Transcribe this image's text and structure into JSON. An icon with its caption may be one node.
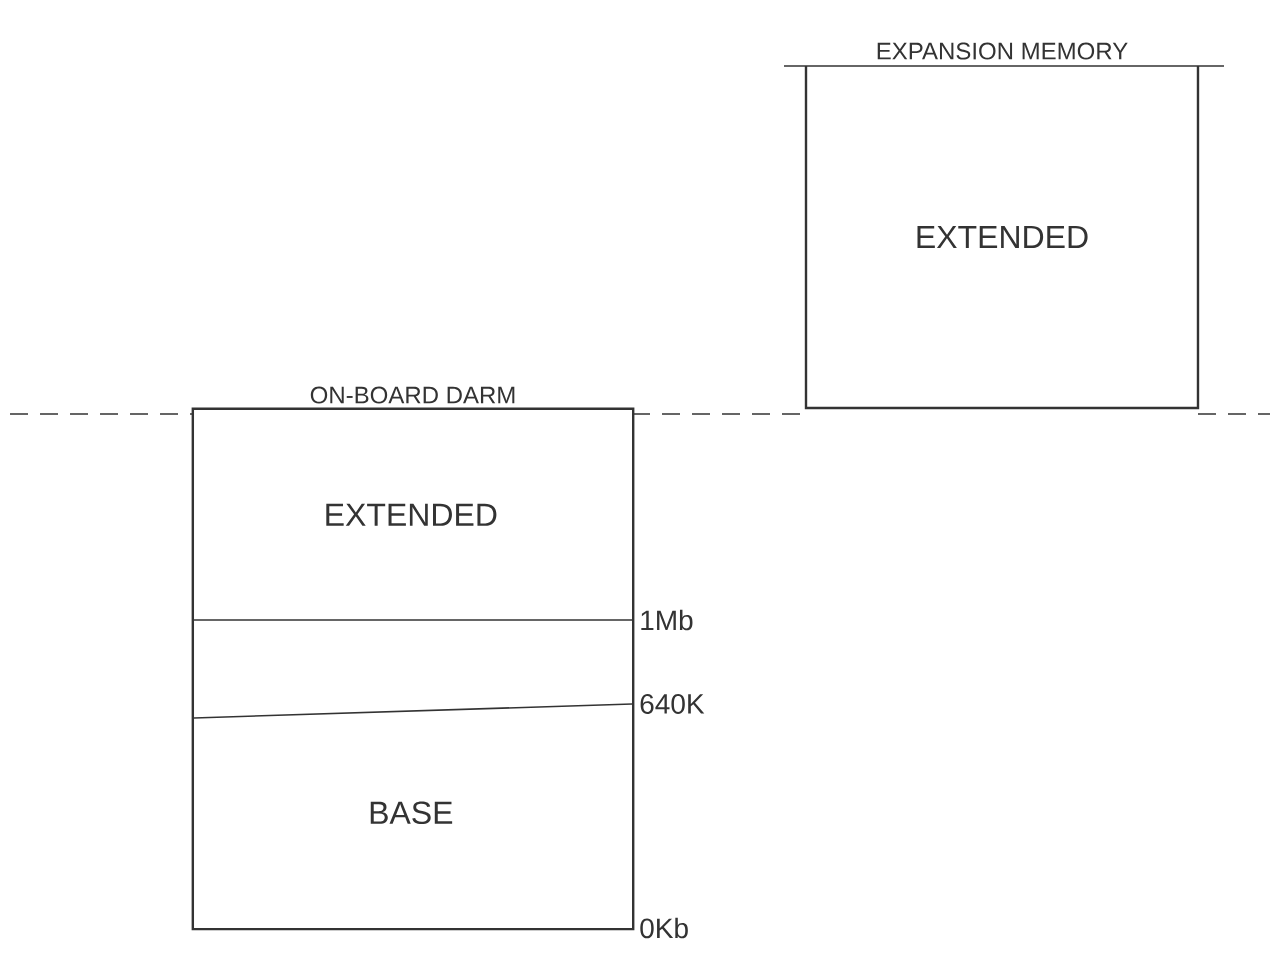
{
  "diagram": {
    "nodes": [
      {
        "text": [
          "ON-BOARD DARM"
        ]
      },
      {
        "text": [
          "EXTENDED"
        ],
        "in": 0
      },
      {
        "text": [
          "BASE"
        ],
        "in": 0
      },
      {
        "text": [
          "EXPANSION MEMORY",
          "EXTENDED"
        ]
      }
    ],
    "labels": [
      "1Mb",
      "640K",
      "0Kb"
    ]
  }
}
